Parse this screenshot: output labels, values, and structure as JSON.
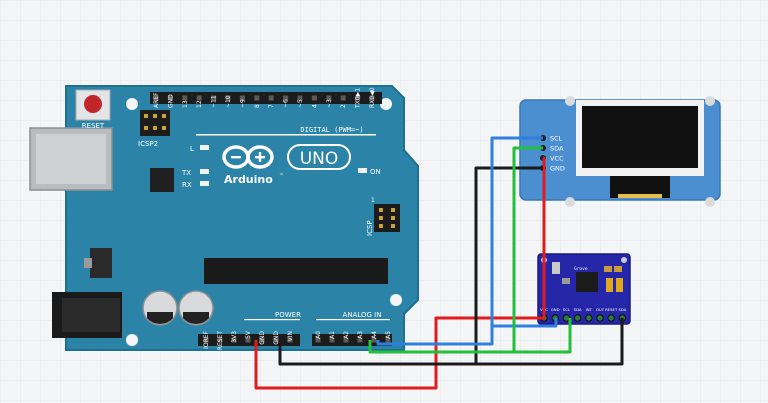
{
  "board": {
    "reset_label": "RESET",
    "icsp2_label": "ICSP2",
    "icsp_label": "ICSP",
    "logo_text": "Arduino",
    "tm": "™",
    "model": "UNO",
    "led_l": "L",
    "led_tx": "TX",
    "led_rx": "RX",
    "led_on": "ON",
    "digital_label": "DIGITAL (PWM=~)",
    "power_label": "POWER",
    "analog_label": "ANALOG IN",
    "digital_pins": [
      "AREF",
      "GND",
      "13",
      "12",
      "~11",
      "~10",
      "~9",
      "8",
      "7",
      "~6",
      "~5",
      "4",
      "~3",
      "2",
      "TX0▶1",
      "RX0◀0"
    ],
    "power_pins": [
      "IOREF",
      "RESET",
      "3V3",
      "5V",
      "GND",
      "GND",
      "VIN"
    ],
    "analog_pins": [
      "A0",
      "A1",
      "A2",
      "A3",
      "A4",
      "A5"
    ],
    "icsp_num": "1"
  },
  "oled": {
    "pins": [
      "SCL",
      "SDA",
      "VCC",
      "GND"
    ]
  },
  "sensor": {
    "chip_label": "Grove",
    "pins": [
      "VCC",
      "GND",
      "SCL",
      "SDA",
      "INT",
      "OUT",
      "RESET",
      "SDA"
    ]
  },
  "colors": {
    "pcb": "#2b84a8",
    "pcb_edge": "#1f6f90",
    "oled_frame": "#4b8fd0",
    "sensor_board": "#2626a8",
    "wire_red": "#e01c1c",
    "wire_black": "#1b1b1b",
    "wire_blue": "#2f7fe0",
    "wire_green": "#23c03a"
  }
}
